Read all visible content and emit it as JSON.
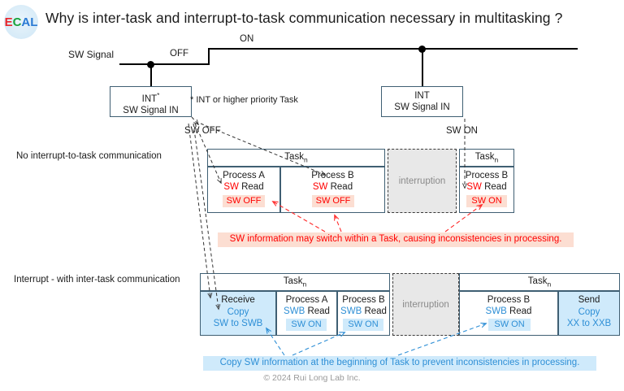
{
  "logo": {
    "letters": [
      "E",
      "C",
      "A",
      "L"
    ],
    "colors": [
      "#e8262b",
      "#18a33c",
      "#2a7ad4",
      "#2a7ad4"
    ]
  },
  "header": {
    "title": "Why is inter-task and interrupt-to-task communication necessary in multitasking ?"
  },
  "waveform": {
    "signal_label": "SW Signal",
    "state_off": "OFF",
    "state_on": "ON"
  },
  "int_boxes": [
    {
      "line1": "INT",
      "superscript": "*",
      "line2": "SW Signal IN",
      "below_label": "SW OFF"
    },
    {
      "line1": "INT",
      "superscript": "",
      "line2": "SW Signal IN",
      "below_label": "SW ON"
    }
  ],
  "footnote": "* INT or higher priority Task",
  "row1": {
    "caption": "No interrupt-to-task communication",
    "task_labels": [
      "Task",
      "Task"
    ],
    "task_sub": "n",
    "interruption_label": "interruption",
    "cells": [
      {
        "name": "Process A",
        "read_prefix": "SW",
        "read_word": "Read",
        "chip": "SW OFF"
      },
      {
        "name": "Process B",
        "read_prefix": "SW",
        "read_word": "Read",
        "chip": "SW OFF"
      },
      {
        "name": "Process B",
        "read_prefix": "SW",
        "read_word": "Read",
        "chip": "SW ON"
      }
    ],
    "callout": "SW information may switch within a Task, causing inconsistencies in processing."
  },
  "row2": {
    "caption": "Interrupt - with inter-task communication",
    "task_labels": [
      "Task",
      "Task"
    ],
    "task_sub": "n",
    "interruption_label": "interruption",
    "receive_cell": {
      "line1": "Receive",
      "line2": "Copy",
      "line3": "SW to SWB"
    },
    "send_cell": {
      "line1": "Send",
      "line2": "Copy",
      "line3": "XX to XXB"
    },
    "cells": [
      {
        "name": "Process A",
        "read_prefix": "SWB",
        "read_word": "Read",
        "chip": "SW ON"
      },
      {
        "name": "Process B",
        "read_prefix": "SWB",
        "read_word": "Read",
        "chip": "SW ON"
      },
      {
        "name": "Process B",
        "read_prefix": "SWB",
        "read_word": "Read",
        "chip": "SW ON"
      }
    ],
    "callout": "Copy SW information at the beginning of Task to prevent inconsistencies in processing."
  },
  "footer": {
    "copyright": "© 2024 Rui Long Lab Inc."
  },
  "colors": {
    "red": "#ff0000",
    "red_bg": "#fcded2",
    "blue": "#2e8fd6",
    "blue_bg": "#cfeafb",
    "border": "#3f5f73",
    "interrupt_bg": "#e8e8e8"
  }
}
